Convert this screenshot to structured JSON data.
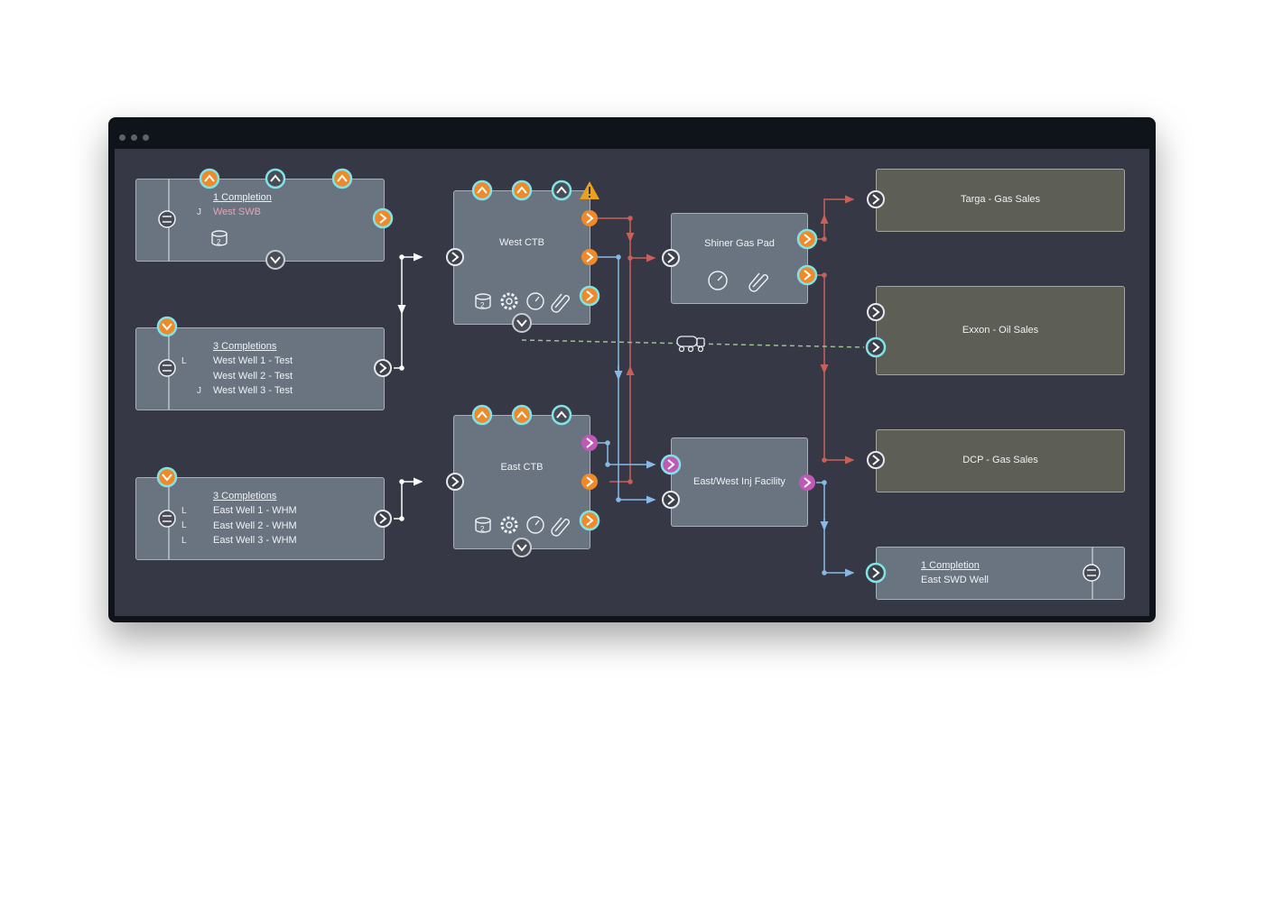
{
  "sources": {
    "west_swb": {
      "count_label": "1 Completion",
      "wells": [
        "West SWB"
      ]
    },
    "west_test": {
      "count_label": "3 Completions",
      "wells": [
        "West Well 1 - Test",
        "West Well 2 - Test",
        "West Well 3 - Test"
      ]
    },
    "east_whm": {
      "count_label": "3 Completions",
      "wells": [
        "East Well 1 - WHM",
        "East Well 2 - WHM",
        "East Well 3 - WHM"
      ]
    }
  },
  "facilities": {
    "west_ctb": {
      "name": "West CTB",
      "tank_count": "2"
    },
    "east_ctb": {
      "name": "East CTB",
      "tank_count": "2"
    },
    "shiner": {
      "name": "Shiner Gas Pad"
    },
    "injection": {
      "name": "East/West Inj Facility"
    }
  },
  "sales": {
    "targa": "Targa - Gas Sales",
    "exxon": "Exxon - Oil Sales",
    "dcp": "DCP - Gas Sales"
  },
  "swd": {
    "count_label": "1 Completion",
    "well": "East SWD Well"
  },
  "markers": {
    "l": "L",
    "j": "J"
  },
  "colors": {
    "gas_line": "#c8605a",
    "water_line": "#86b9e6",
    "flow_line": "#ffffff",
    "truck_line": "#9fbf8f",
    "accent_orange": "#ef8a2a",
    "accent_cyan": "#7fe3e8",
    "accent_magenta": "#c058b8",
    "warning": "#e8a020"
  }
}
